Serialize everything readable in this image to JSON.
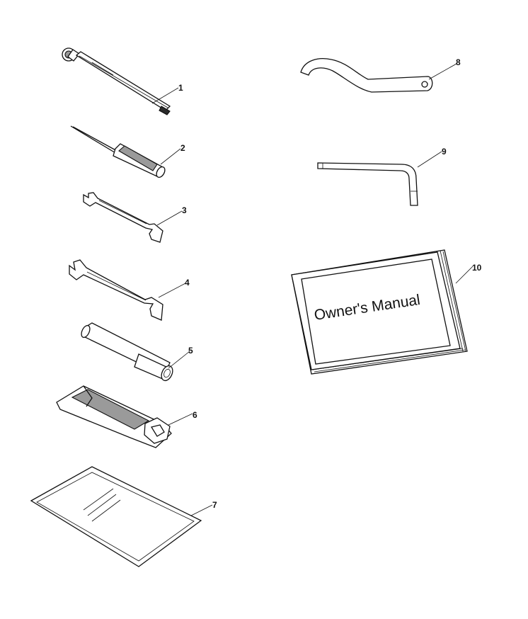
{
  "callouts": {
    "c1": "1",
    "c2": "2",
    "c3": "3",
    "c4": "4",
    "c5": "5",
    "c6": "6",
    "c7": "7",
    "c8": "8",
    "c9": "9",
    "c10": "10"
  },
  "manual": {
    "title": "Owner's Manual"
  }
}
